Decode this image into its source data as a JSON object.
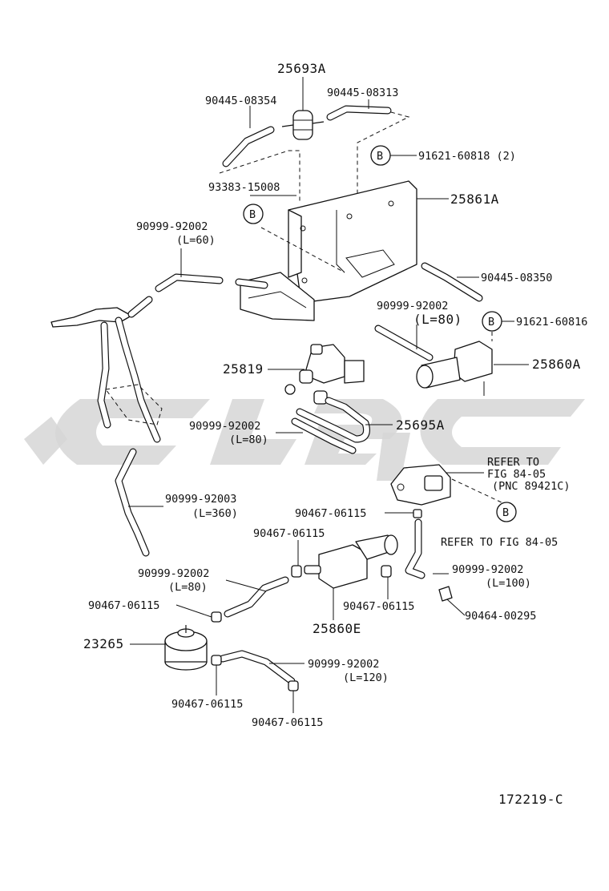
{
  "figure_number": "172219-C",
  "callout_symbol": "B",
  "watermark_colors": {
    "fill": "#d6d6d6",
    "ink": "#111111"
  },
  "labels": {
    "p25693A": "25693A",
    "p9044508354": "90445-08354",
    "p9044508313": "90445-08313",
    "p9162160818": "91621-60818 (2)",
    "p9338315008": "93383-15008",
    "p25861A": "25861A",
    "p9099992002_a": "90999-92002",
    "len60": "(L=60)",
    "p9044508350": "90445-08350",
    "p9099992002_b": "90999-92002",
    "len80_b": "(L=80)",
    "p9162160816": "91621-60816",
    "p25819": "25819",
    "p25860A": "25860A",
    "p9099992002_c": "90999-92002",
    "len80_c": "(L=80)",
    "p25695A": "25695A",
    "refer1_l1": "REFER TO",
    "refer1_l2": "FIG 84-05",
    "refer1_l3": "(PNC 89421C)",
    "p9099992003": "90999-92003",
    "len360": "(L=360)",
    "p9046706115_a": "90467-06115",
    "refer2": "REFER TO FIG 84-05",
    "p9046706115_b": "90467-06115",
    "p9099992002_d": "90999-92002",
    "len100": "(L=100)",
    "p9099992002_e": "90999-92002",
    "len80_e": "(L=80)",
    "p9046706115_c": "90467-06115",
    "p9046400295": "90464-00295",
    "p9046706115_d": "90467-06115",
    "p25860E": "25860E",
    "p23265": "23265",
    "p9099992002_f": "90999-92002",
    "len120": "(L=120)",
    "p9046706115_e": "90467-06115",
    "p9046706115_f": "90467-06115"
  }
}
